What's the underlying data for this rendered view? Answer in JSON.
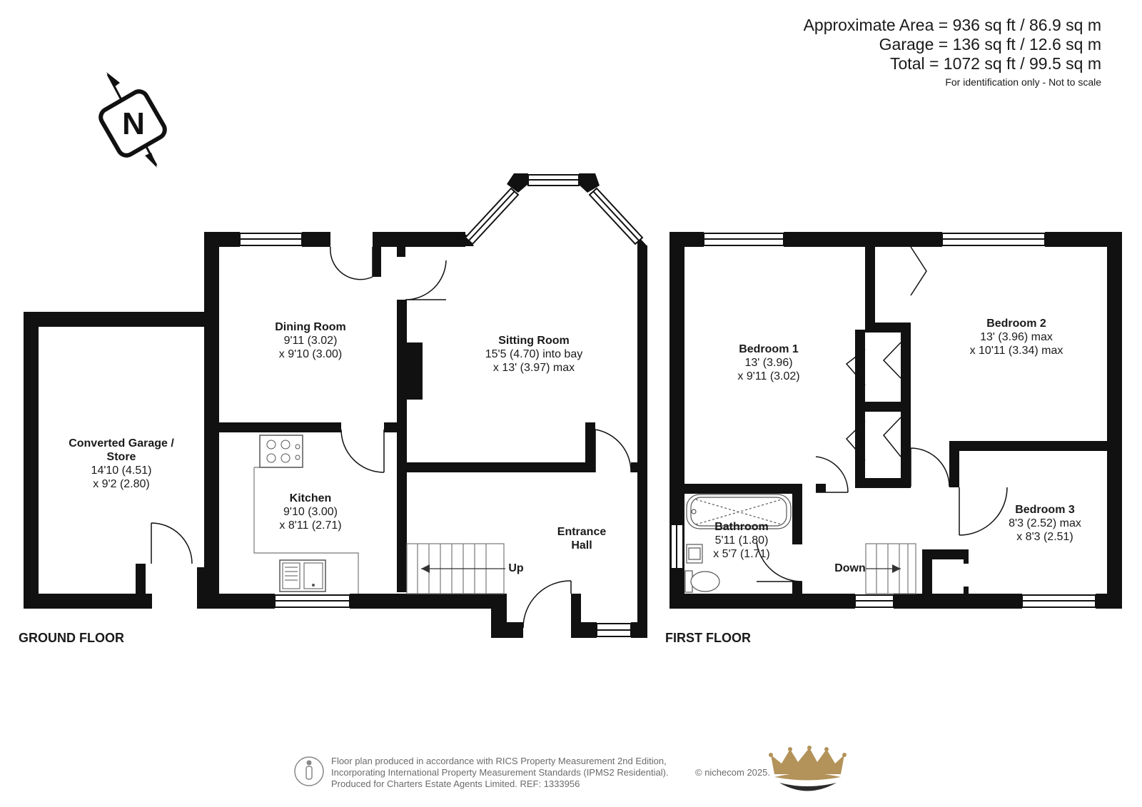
{
  "area_summary": {
    "approximate_area": "Approximate Area = 936 sq ft / 86.9 sq m",
    "garage": "Garage = 136 sq ft / 12.6 sq m",
    "total": "Total = 1072 sq ft / 99.5 sq m",
    "note": "For identification only - Not to scale"
  },
  "compass": {
    "letter": "N",
    "icon": "north-arrow-icon"
  },
  "ground_floor": {
    "label": "GROUND FLOOR",
    "rooms": {
      "garage": {
        "name1": "Converted Garage /",
        "name2": "Store",
        "dim1": "14'10 (4.51)",
        "dim2": "x 9'2 (2.80)"
      },
      "dining": {
        "name": "Dining Room",
        "dim1": "9'11 (3.02)",
        "dim2": "x 9'10 (3.00)"
      },
      "sitting": {
        "name": "Sitting Room",
        "dim1": "15'5 (4.70) into bay",
        "dim2": "x 13' (3.97) max"
      },
      "kitchen": {
        "name": "Kitchen",
        "dim1": "9'10 (3.00)",
        "dim2": "x 8'11 (2.71)"
      },
      "hall": {
        "name1": "Entrance",
        "name2": "Hall"
      }
    },
    "stairs_label": "Up"
  },
  "first_floor": {
    "label": "FIRST FLOOR",
    "rooms": {
      "bed1": {
        "name": "Bedroom 1",
        "dim1": "13' (3.96)",
        "dim2": "x 9'11 (3.02)"
      },
      "bed2": {
        "name": "Bedroom 2",
        "dim1": "13' (3.96) max",
        "dim2": "x 10'11 (3.34) max"
      },
      "bed3": {
        "name": "Bedroom 3",
        "dim1": "8'3 (2.52) max",
        "dim2": "x 8'3 (2.51)"
      },
      "bath": {
        "name": "Bathroom",
        "dim1": "5'11 (1.80)",
        "dim2": "x 5'7 (1.71)"
      }
    },
    "stairs_label": "Down"
  },
  "footer": {
    "line1": "Floor plan produced in accordance with RICS Property Measurement 2nd Edition,",
    "line2": "Incorporating International Property Measurement Standards (IPMS2 Residential).",
    "line3": "Produced for Charters Estate Agents Limited.   REF: 1333956",
    "copyright": "© nichecom 2025.",
    "icon": "person-measure-icon",
    "logo": "crown-logo"
  },
  "colors": {
    "wall": "#111111",
    "fixture": "#555555",
    "logo_gold": "#b3935a",
    "logo_dark": "#2b2b2b",
    "footer_text": "#6b6b6b"
  }
}
